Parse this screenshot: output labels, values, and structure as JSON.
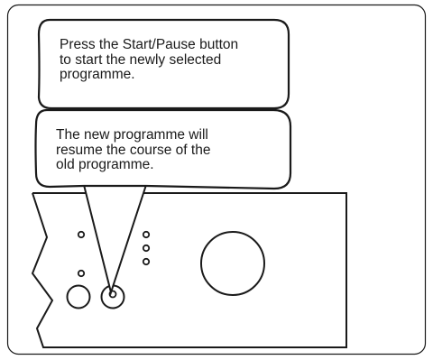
{
  "colors": {
    "stroke": "#1a1a1a",
    "background": "#ffffff"
  },
  "callouts": {
    "first": "Press the Start/Pause button\nto start the newly selected\nprogramme.",
    "second": "The new programme will\nresume the course of the\nold programme."
  },
  "icons": {
    "frame": "rounded-rectangle-frame",
    "panel": "control-panel-outline",
    "knob": "programme-knob-icon",
    "button": "start-pause-button-icon",
    "indicator": "indicator-dot-icon"
  }
}
